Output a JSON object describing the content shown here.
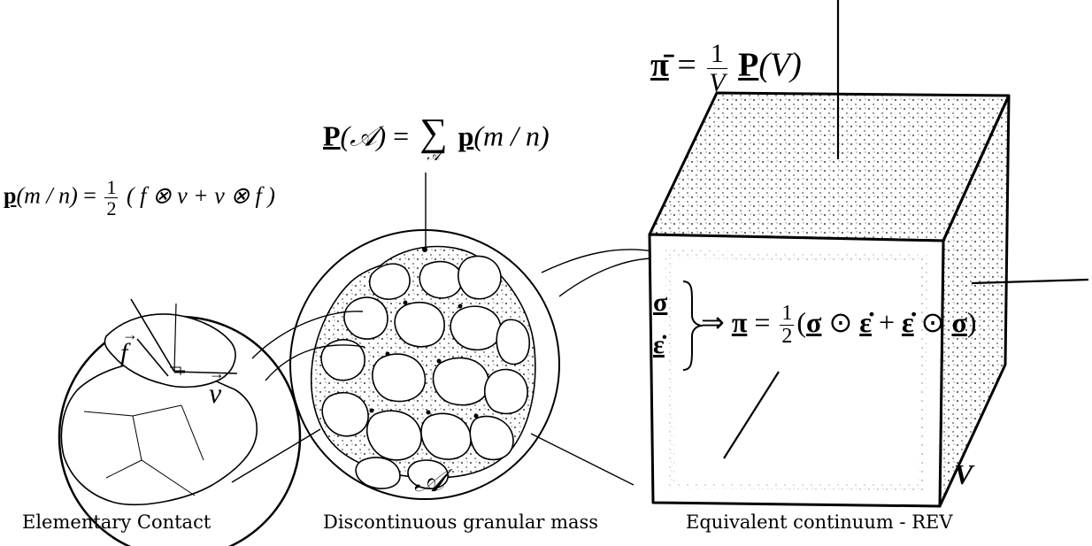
{
  "equations": {
    "pi_bar_lhs": "π̄",
    "pi_bar_eq": "=",
    "pi_bar_num": "1",
    "pi_bar_den": "V",
    "pi_bar_P": "P",
    "pi_bar_arg": "(V)",
    "P_A_lhs": "P",
    "P_A_arg": "(𝒜)",
    "P_A_eq": "=",
    "P_A_sum": "∑",
    "P_A_sumsub": "𝒜",
    "P_A_p": "p",
    "P_A_parg": "(m / n)",
    "p_mn_p": "p",
    "p_mn_arg": "(m / n)",
    "p_mn_eq": "=",
    "p_mn_num": "1",
    "p_mn_den": "2",
    "p_mn_rhs": "( f ⊗ v + v ⊗ f )",
    "sigma": "σ",
    "epsdot": "ε̇",
    "implies": "⇒",
    "pi": "π",
    "pi_eq": "=",
    "pi_num": "1",
    "pi_den": "2",
    "pi_rhs_sigma1": "σ",
    "pi_rhs_odot1": "⊙",
    "pi_rhs_eps1": "ε̇",
    "pi_rhs_plus": "+",
    "pi_rhs_eps2": "ε̇",
    "pi_rhs_odot2": "⊙",
    "pi_rhs_sigma2": "σ"
  },
  "labels": {
    "f_vec": "f",
    "v_vec": "v",
    "A_label": "𝒜",
    "V_label": "V"
  },
  "captions": {
    "contact": "Elementary Contact",
    "granular": "Discontinuous granular mass",
    "continuum": "Equivalent continuum - REV"
  },
  "colors": {
    "ink": "#000000",
    "background": "#ffffff"
  }
}
